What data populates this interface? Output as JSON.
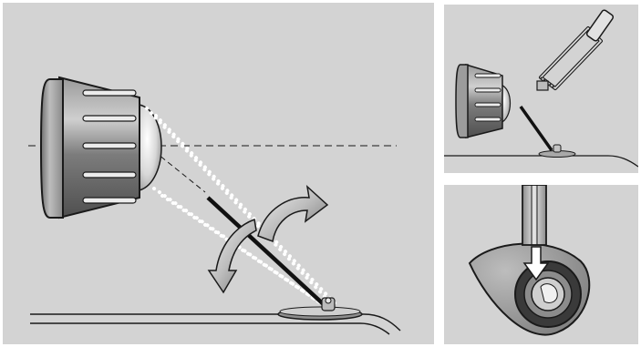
{
  "figure": {
    "description_visible_text": "",
    "colors": {
      "panel_background": "#d3d3d3",
      "outline": "#1a1a1a",
      "metal_light": "#e6e6e6",
      "metal_dark": "#5a5a5a",
      "beam_dots": "#ffffff"
    },
    "panels": [
      {
        "id": "main",
        "icons": [
          "lamp-icon",
          "alignment-rod-icon",
          "rotate-up-arrow-icon",
          "rotate-down-arrow-icon",
          "mounting-base-icon"
        ]
      },
      {
        "id": "top-inset",
        "icons": [
          "lamp-icon",
          "hacksaw-icon",
          "alignment-rod-icon",
          "mounting-base-icon"
        ]
      },
      {
        "id": "bottom-inset",
        "icons": [
          "socket-tool-icon",
          "press-down-arrow-icon",
          "mounting-base-closeup-icon"
        ]
      }
    ]
  }
}
